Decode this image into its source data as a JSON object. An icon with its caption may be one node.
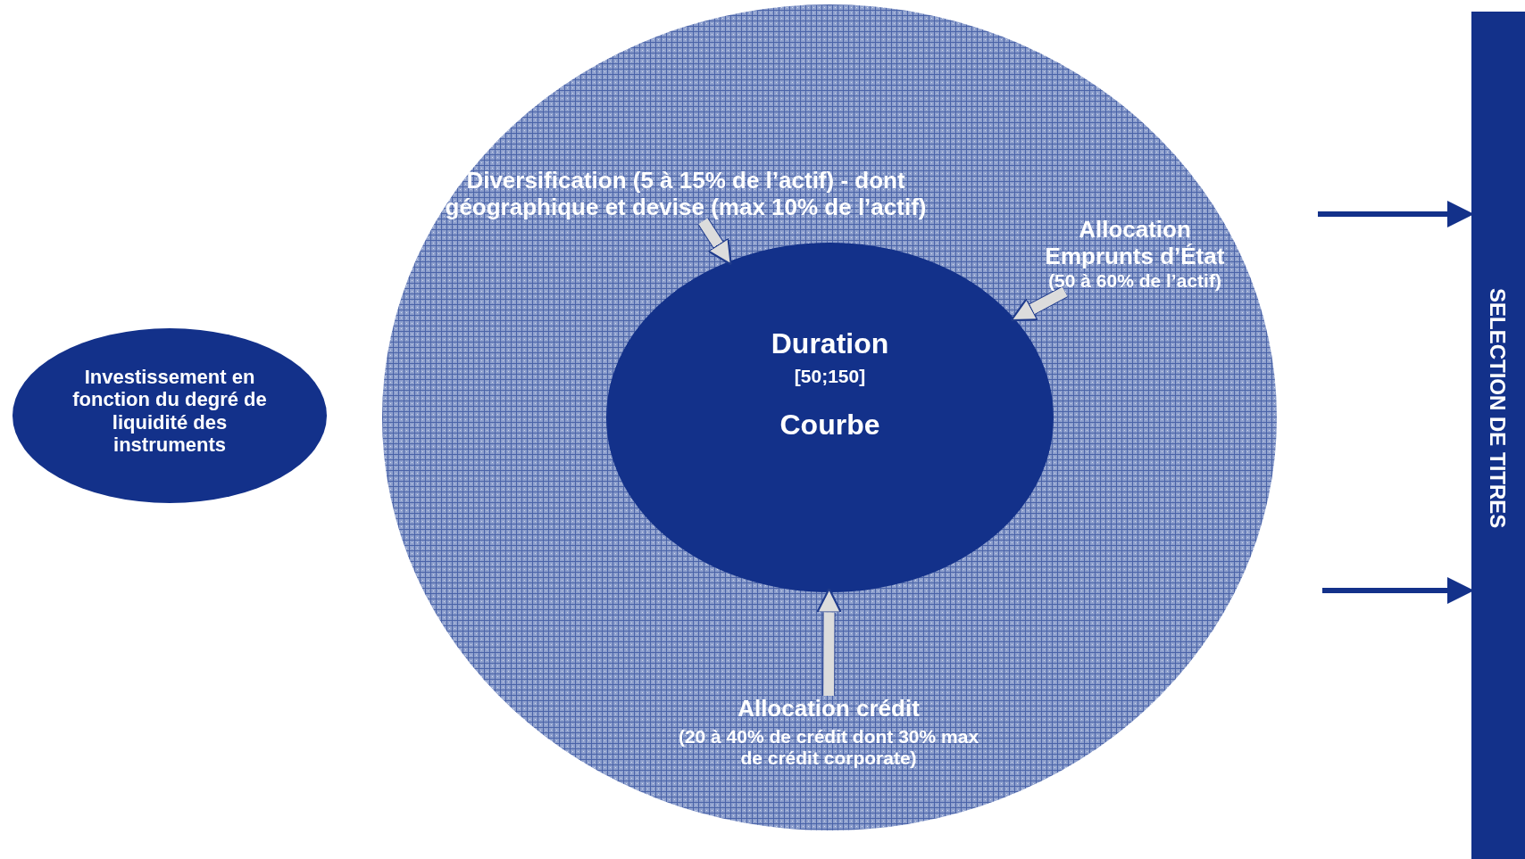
{
  "diagram": {
    "nodes": [
      {
        "text": [],
        "shape": "ellipse"
      },
      {
        "text": [
          "Investissement en fonction du degré de liquidité des instruments"
        ]
      },
      {
        "text": [
          "Duration",
          "[50;150]",
          "Courbe"
        ],
        "in": 0
      },
      {
        "text": [
          "Diversification (5 à 15% de l’actif) - dont géographique  et devise (max 10% de l’actif)"
        ],
        "in": 0
      },
      {
        "text": [
          "Allocation Emprunts d’État",
          "(50 à 60% de l’actif)"
        ],
        "in": 0
      },
      {
        "text": [
          "Allocation crédit",
          "(20 à 40% de crédit dont 30% max de crédit corporate)"
        ],
        "in": 0
      },
      {
        "text": [
          "SELECTION DE TITRES"
        ]
      }
    ],
    "edges": [
      {
        "from": 3,
        "to": 2,
        "arrow": "to"
      },
      {
        "from": 4,
        "to": 2,
        "arrow": "to"
      },
      {
        "from": 5,
        "to": 2,
        "arrow": "to"
      },
      {
        "from": null,
        "to": 6,
        "arrow": "to"
      },
      {
        "from": null,
        "to": 6,
        "arrow": "to"
      }
    ]
  }
}
